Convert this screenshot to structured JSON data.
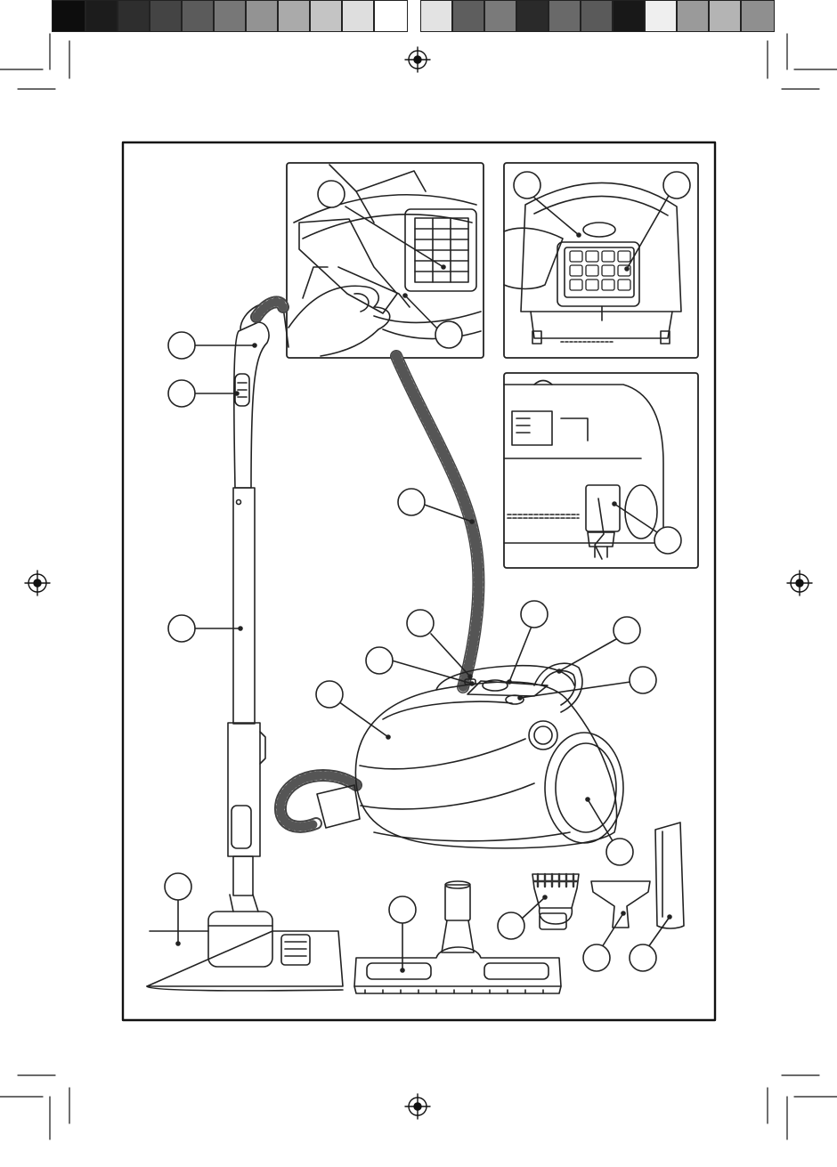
{
  "print_marks": {
    "color_swatches": [
      "#0d0d0d",
      "#1c1c1c",
      "#2e2e2e",
      "#444444",
      "#5b5b5b",
      "#777777",
      "#939393",
      "#aaaaaa",
      "#c4c4c4",
      "#dedede",
      "#ffffff",
      "#e3e3e3",
      "#5e5e5e",
      "#7a7a7a",
      "#2a2a2a",
      "#696969",
      "#5a5a5a",
      "#181818",
      "#efefef",
      "#9a9a9a",
      "#b4b4b4",
      "#8f8f8f"
    ]
  },
  "diagram": {
    "callouts": [
      {
        "id": "c-dust-bag-holder",
        "icon": "empty-callout"
      },
      {
        "id": "c-dust-bag",
        "icon": "empty-callout"
      },
      {
        "id": "c-filter-grille",
        "icon": "empty-callout"
      },
      {
        "id": "c-hepa-filter",
        "icon": "empty-callout"
      },
      {
        "id": "c-handle",
        "icon": "empty-callout"
      },
      {
        "id": "c-suction-slider",
        "icon": "empty-callout"
      },
      {
        "id": "c-hose",
        "icon": "empty-callout"
      },
      {
        "id": "c-cord-plug",
        "icon": "empty-callout"
      },
      {
        "id": "c-telescopic-tube",
        "icon": "empty-callout"
      },
      {
        "id": "c-power-button",
        "icon": "empty-callout"
      },
      {
        "id": "c-cord-rewind",
        "icon": "empty-callout"
      },
      {
        "id": "c-carry-handle",
        "icon": "empty-callout"
      },
      {
        "id": "c-hose-inlet",
        "icon": "empty-callout"
      },
      {
        "id": "c-power-regulator",
        "icon": "empty-callout"
      },
      {
        "id": "c-dust-indicator",
        "icon": "empty-callout"
      },
      {
        "id": "c-front-cover",
        "icon": "empty-callout"
      },
      {
        "id": "c-wheel",
        "icon": "empty-callout"
      },
      {
        "id": "c-floor-brush",
        "icon": "empty-callout"
      },
      {
        "id": "c-parquet-brush",
        "icon": "empty-callout"
      },
      {
        "id": "c-dusting-brush",
        "icon": "empty-callout"
      },
      {
        "id": "c-upholstery-nozzle",
        "icon": "empty-callout"
      },
      {
        "id": "c-crevice-tool",
        "icon": "empty-callout"
      }
    ]
  }
}
